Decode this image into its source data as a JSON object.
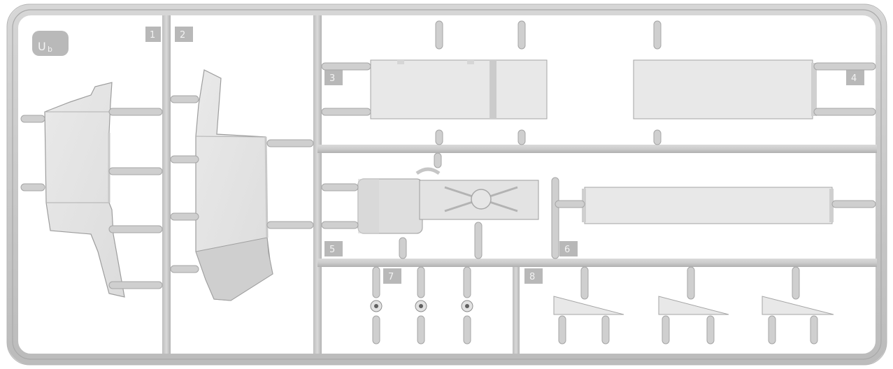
{
  "sprue": {
    "code": "U",
    "code_sub": "b",
    "part_numbers": [
      "1",
      "2",
      "3",
      "4",
      "5",
      "6",
      "7",
      "8"
    ]
  },
  "colors": {
    "plastic": "#c9c9c9",
    "plastic_light": "#dcdcdc",
    "plastic_dark": "#a9a9a9",
    "part_face": "#e6e6e6",
    "label_tab": "#bdbdbd",
    "background": "#ffffff"
  }
}
